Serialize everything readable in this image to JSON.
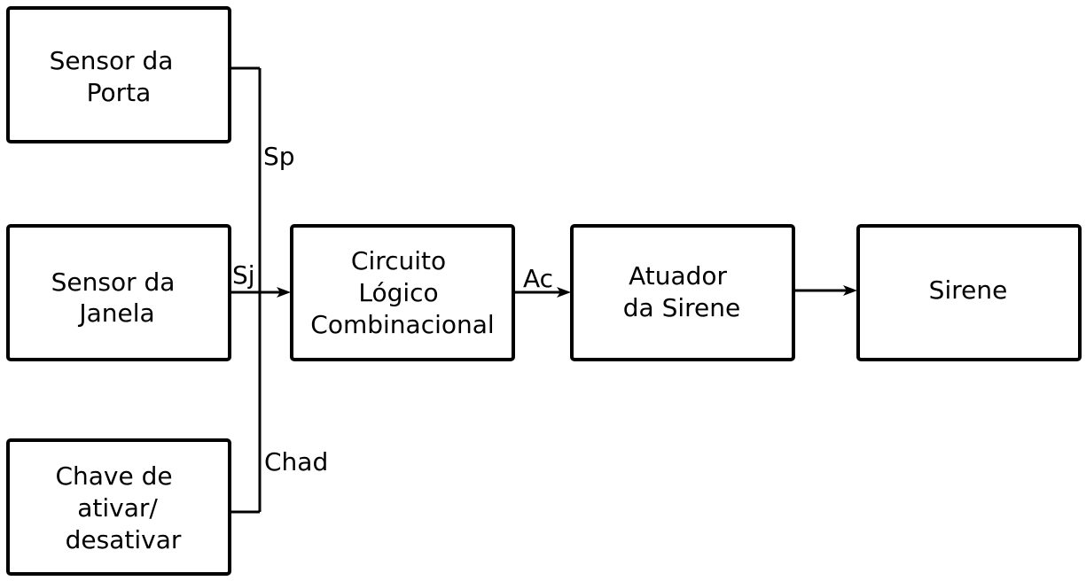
{
  "blocks": {
    "door_sensor": {
      "lines": [
        "Sensor da",
        "Porta"
      ]
    },
    "window_sensor": {
      "lines": [
        "Sensor da",
        "Janela"
      ]
    },
    "enable_switch": {
      "lines": [
        "Chave de",
        "ativar/",
        "desativar"
      ]
    },
    "logic_circuit": {
      "lines": [
        "Circuito",
        "Lógico",
        "Combinacional"
      ]
    },
    "siren_actuator": {
      "lines": [
        "Atuador",
        "da Sirene"
      ]
    },
    "siren": {
      "lines": [
        "Sirene"
      ]
    }
  },
  "signals": {
    "sp": "Sp",
    "sj": "Sj",
    "chad": "Chad",
    "ac": "Ac"
  }
}
